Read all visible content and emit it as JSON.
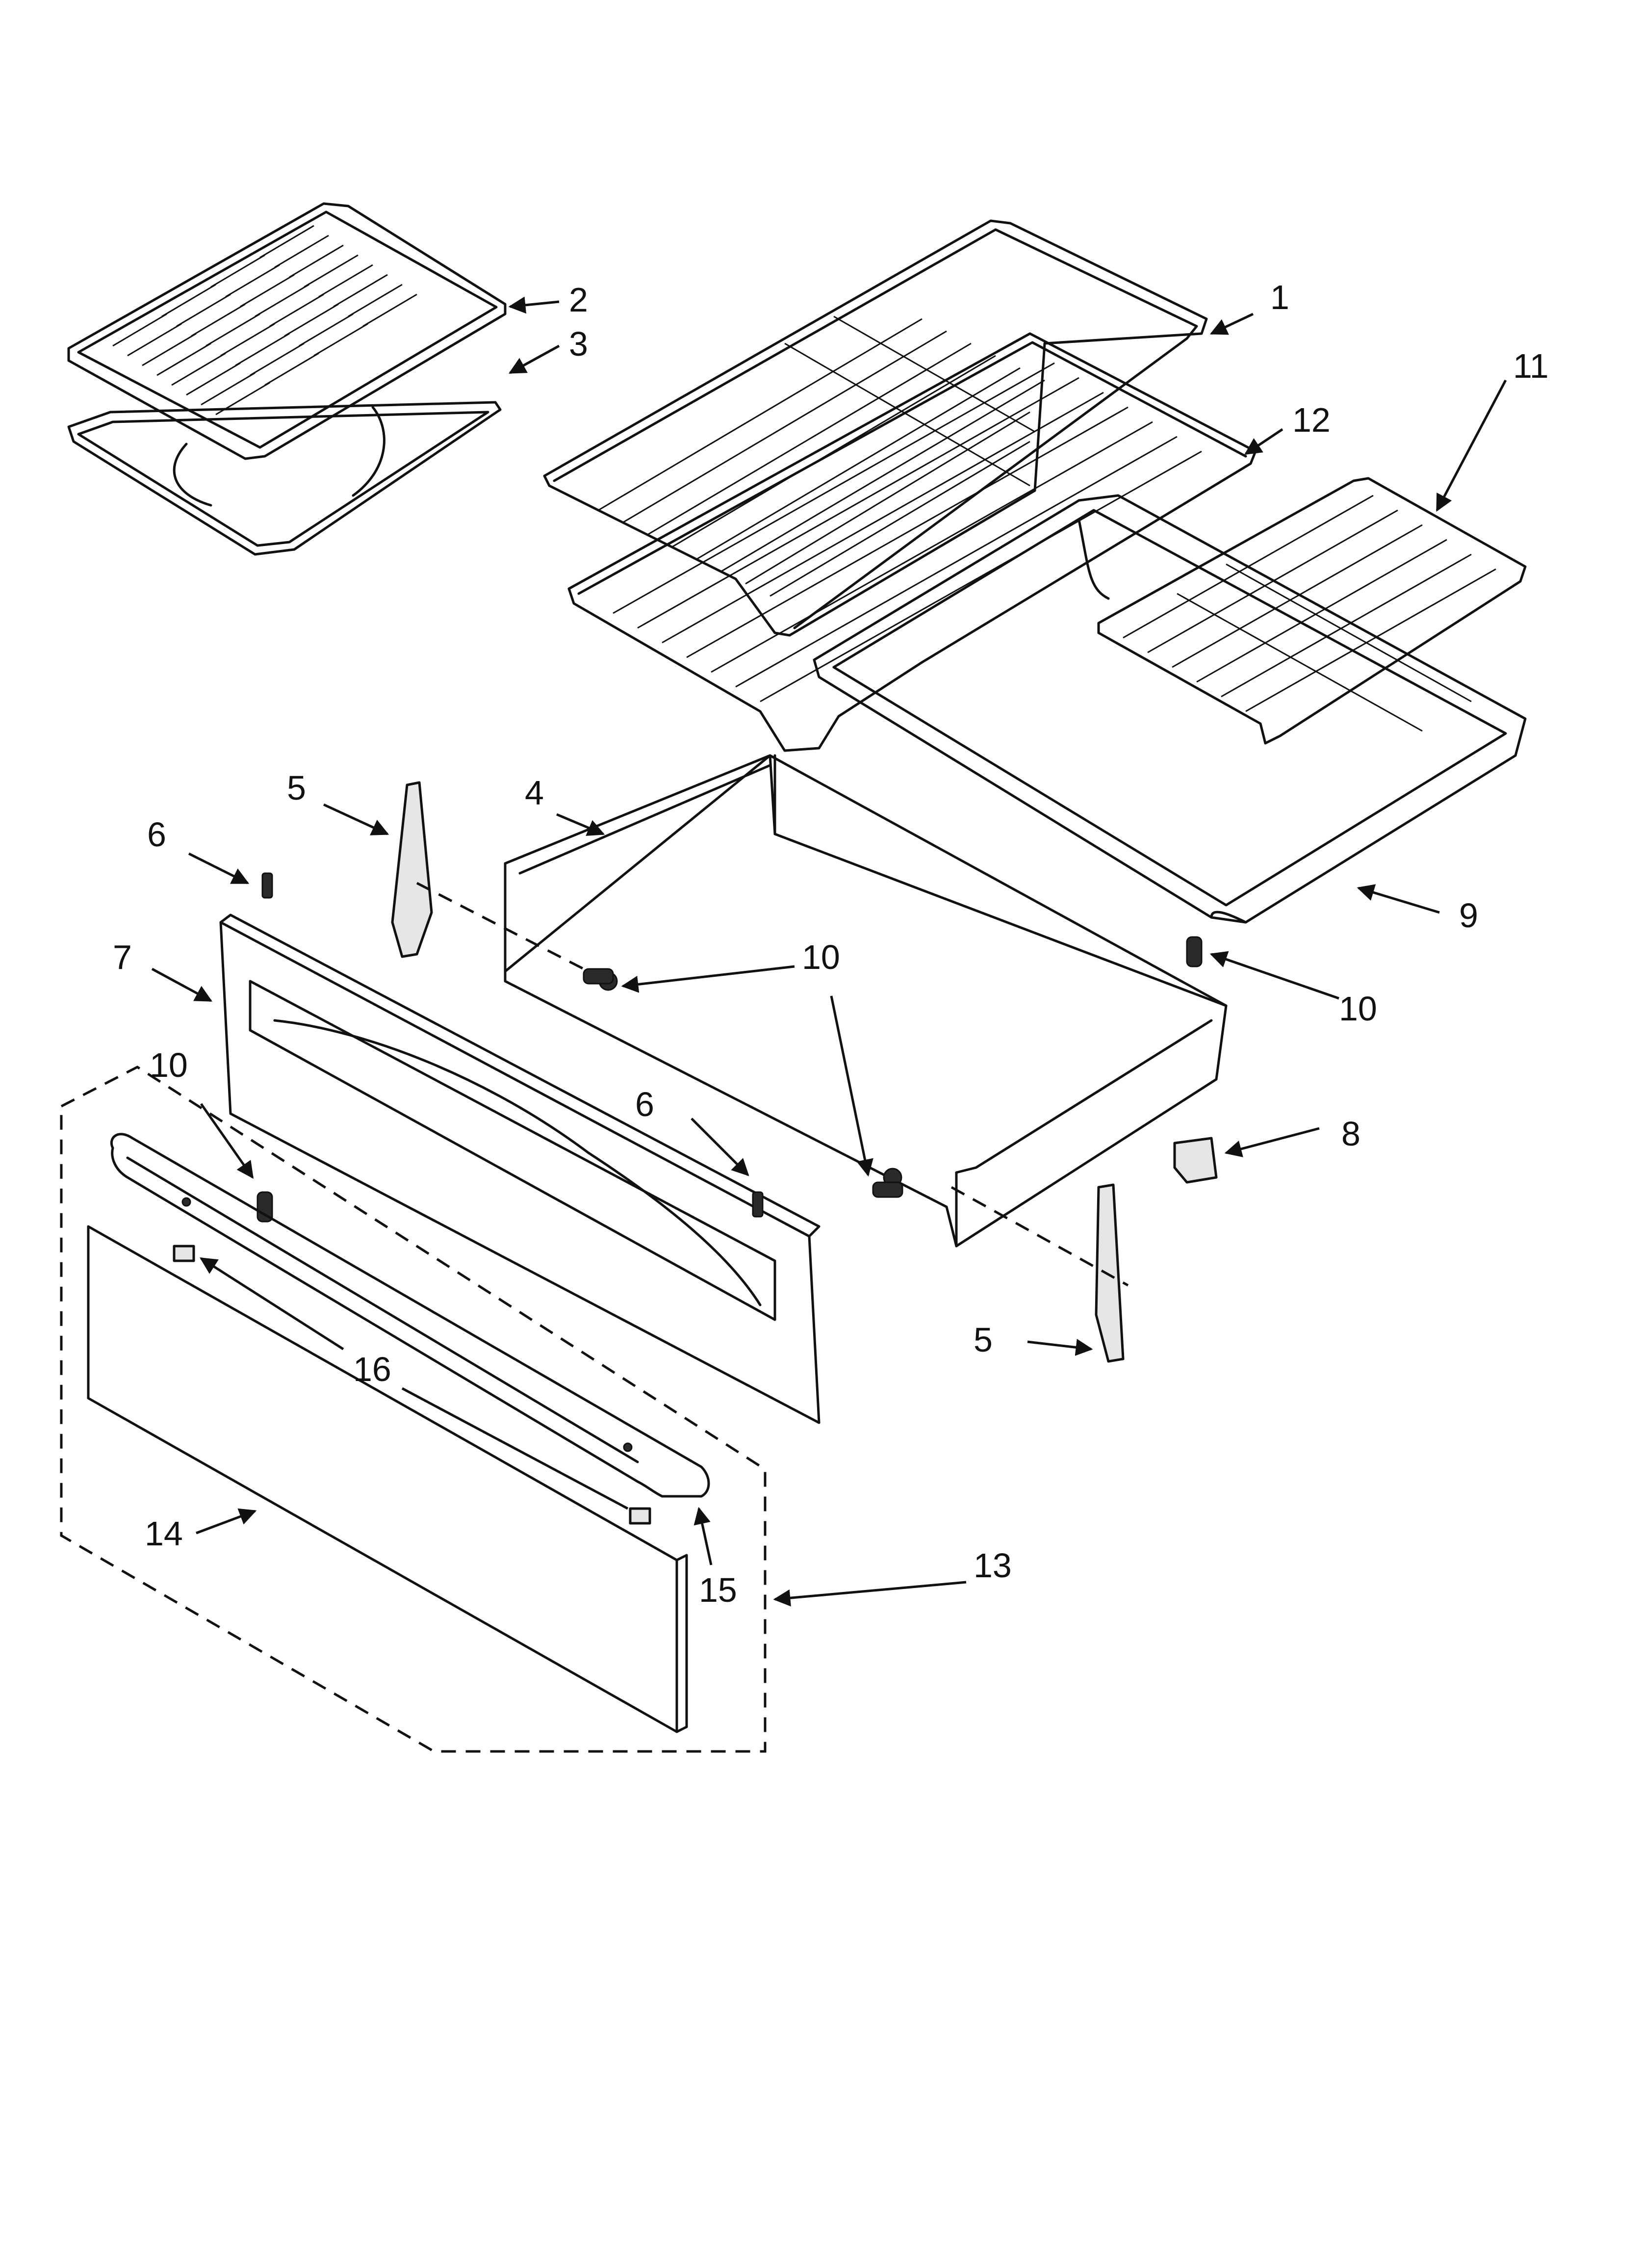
{
  "callouts": [
    {
      "id": "1",
      "text": "1"
    },
    {
      "id": "2",
      "text": "2"
    },
    {
      "id": "3",
      "text": "3"
    },
    {
      "id": "4",
      "text": "4"
    },
    {
      "id": "5a",
      "text": "5"
    },
    {
      "id": "5b",
      "text": "5"
    },
    {
      "id": "6a",
      "text": "6"
    },
    {
      "id": "6b",
      "text": "6"
    },
    {
      "id": "7",
      "text": "7"
    },
    {
      "id": "8",
      "text": "8"
    },
    {
      "id": "9",
      "text": "9"
    },
    {
      "id": "10a",
      "text": "10"
    },
    {
      "id": "10b",
      "text": "10"
    },
    {
      "id": "10c",
      "text": "10"
    },
    {
      "id": "11",
      "text": "11"
    },
    {
      "id": "12",
      "text": "12"
    },
    {
      "id": "13",
      "text": "13"
    },
    {
      "id": "14",
      "text": "14"
    },
    {
      "id": "15",
      "text": "15"
    },
    {
      "id": "16",
      "text": "16"
    }
  ]
}
